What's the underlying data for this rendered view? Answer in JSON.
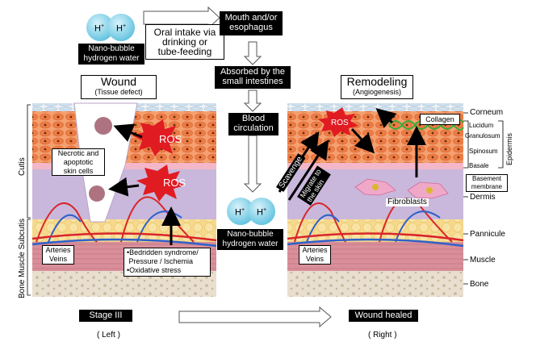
{
  "labels": {
    "h_symbol": "H",
    "h_charge": "+",
    "nano_water_top": "Nano-bubble\nhydrogen water",
    "nano_water_mid": "Nano-bubble\nhydrogen water",
    "oral_intake": "Oral intake via\ndrinking or\ntube-feeding",
    "mouth": "Mouth  and/or\nesophagus",
    "absorbed": "Absorbed by the\nsmall intestines",
    "blood": "Blood\ncirculation",
    "wound_title": "Wound",
    "wound_sub": "(Tissue defect)",
    "remodel_title": "Remodeling",
    "remodel_sub": "(Angiogenesis)",
    "ros": "ROS",
    "necrotic": "Necrotic and\napoptotic\nskin cells",
    "arteries_left": "Arteries\nVeins",
    "arteries_right": "Arteries\nVeins",
    "bedridden": "•Bedridden syndrome/\n Pressure / Ischemia\n•Oxidative stress",
    "collagen": "Collagen",
    "fibroblasts": "Fibroblasts",
    "scavenge": "Scavenge",
    "migrate": "Migrate to\nthe skin",
    "stage": "Stage III",
    "healed": "Wound healed",
    "left": "( Left )",
    "right": "( Right )",
    "cutis": "Cutis",
    "bms": "Bone Muscle Subcutis",
    "epidermis": "Epidermis"
  },
  "layers": [
    "Corneum",
    "Lucidum",
    "Granulosum",
    "Spinosum",
    "Basale",
    "Basement\nmembrane",
    "Dermis",
    "Pannicule",
    "Muscle",
    "Bone"
  ]
}
